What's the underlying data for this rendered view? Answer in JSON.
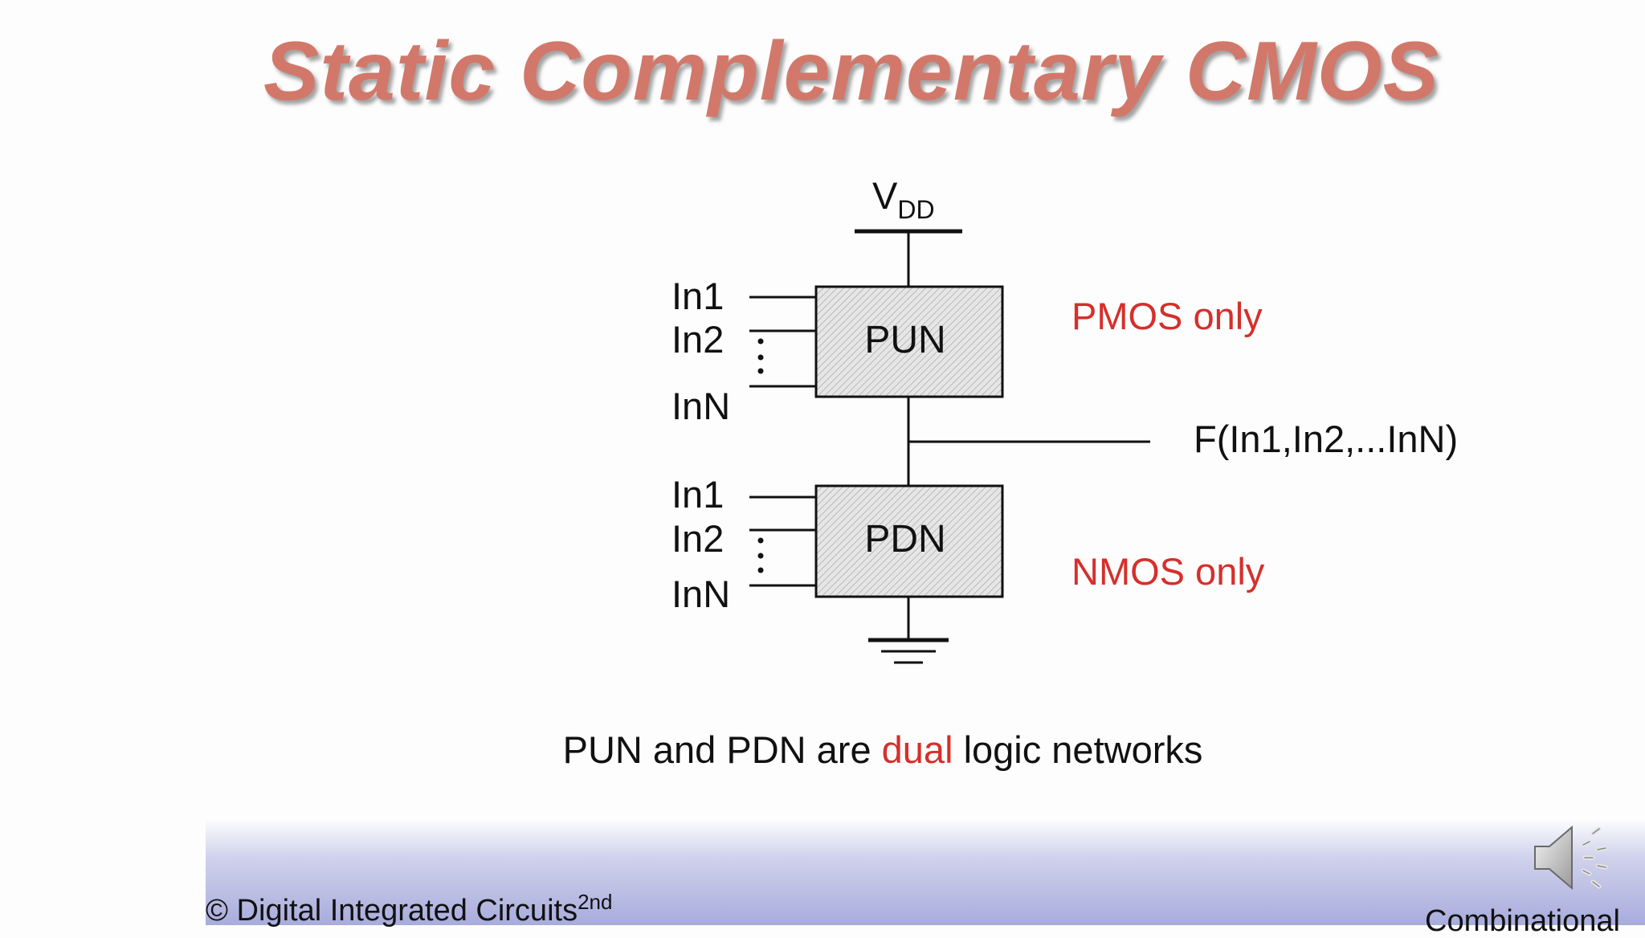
{
  "slide": {
    "title": "Static Complementary CMOS",
    "caption_prefix": "PUN and PDN are ",
    "caption_highlight": "dual",
    "caption_suffix": " logic networks",
    "footer_left": "© Digital Integrated Circuits",
    "footer_left_sup": "2nd",
    "footer_right": "Combinational"
  },
  "diagram": {
    "vdd_main": "V",
    "vdd_sub": "DD",
    "pun_label": "PUN",
    "pdn_label": "PDN",
    "pun_inputs": [
      "In1",
      "In2",
      "InN"
    ],
    "pdn_inputs": [
      "In1",
      "In2",
      "InN"
    ],
    "pun_note": "PMOS only",
    "pdn_note": "NMOS only",
    "output_label": "F(In1,In2,...InN)"
  },
  "colors": {
    "title": "#d2786a",
    "accent_red": "#d62f2b",
    "footer_gradient_end": "#a8acdc"
  },
  "icons": {
    "speaker": "speaker-icon"
  }
}
